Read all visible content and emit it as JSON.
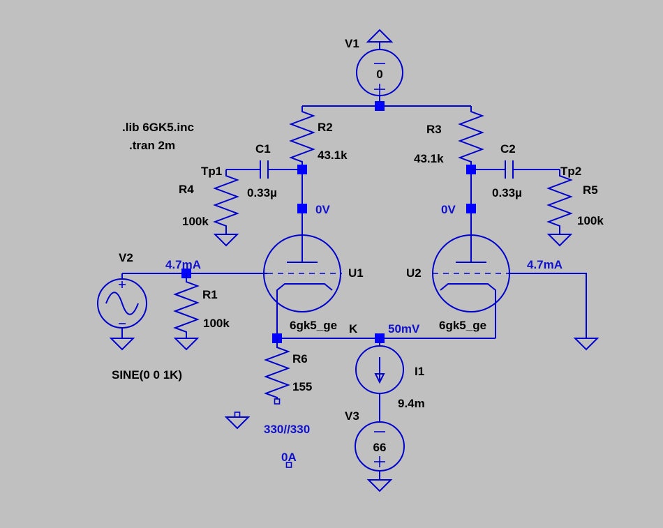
{
  "directives": {
    "lib": ".lib 6GK5.inc",
    "tran": ".tran 2m"
  },
  "components": {
    "V1": {
      "name": "V1",
      "value": "0"
    },
    "V2": {
      "name": "V2",
      "value": "SINE(0 0 1K)"
    },
    "V3": {
      "name": "V3",
      "value": "66"
    },
    "I1": {
      "name": "I1",
      "value": "9.4m"
    },
    "R1": {
      "name": "R1",
      "value": "100k"
    },
    "R2": {
      "name": "R2",
      "value": "43.1k"
    },
    "R3": {
      "name": "R3",
      "value": "43.1k"
    },
    "R4": {
      "name": "R4",
      "value": "100k"
    },
    "R5": {
      "name": "R5",
      "value": "100k"
    },
    "R6": {
      "name": "R6",
      "value": "155"
    },
    "C1": {
      "name": "C1",
      "value": "0.33µ"
    },
    "C2": {
      "name": "C2",
      "value": "0.33µ"
    },
    "U1": {
      "name": "U1",
      "model": "6gk5_ge"
    },
    "U2": {
      "name": "U2",
      "model": "6gk5_ge"
    }
  },
  "nets": {
    "tp1": "Tp1",
    "tp2": "Tp2",
    "k": "K"
  },
  "readouts": {
    "plate1": "0V",
    "plate2": "0V",
    "grid1_current": "4.7mA",
    "grid2_current": "4.7mA",
    "cathode_voltage": "50mV",
    "r6_note": "330//330",
    "r6_current": "0A"
  },
  "colors": {
    "background": "#c0c0c0",
    "wire": "#0000cc",
    "node": "#0000ff",
    "readout": "#1010cc"
  }
}
